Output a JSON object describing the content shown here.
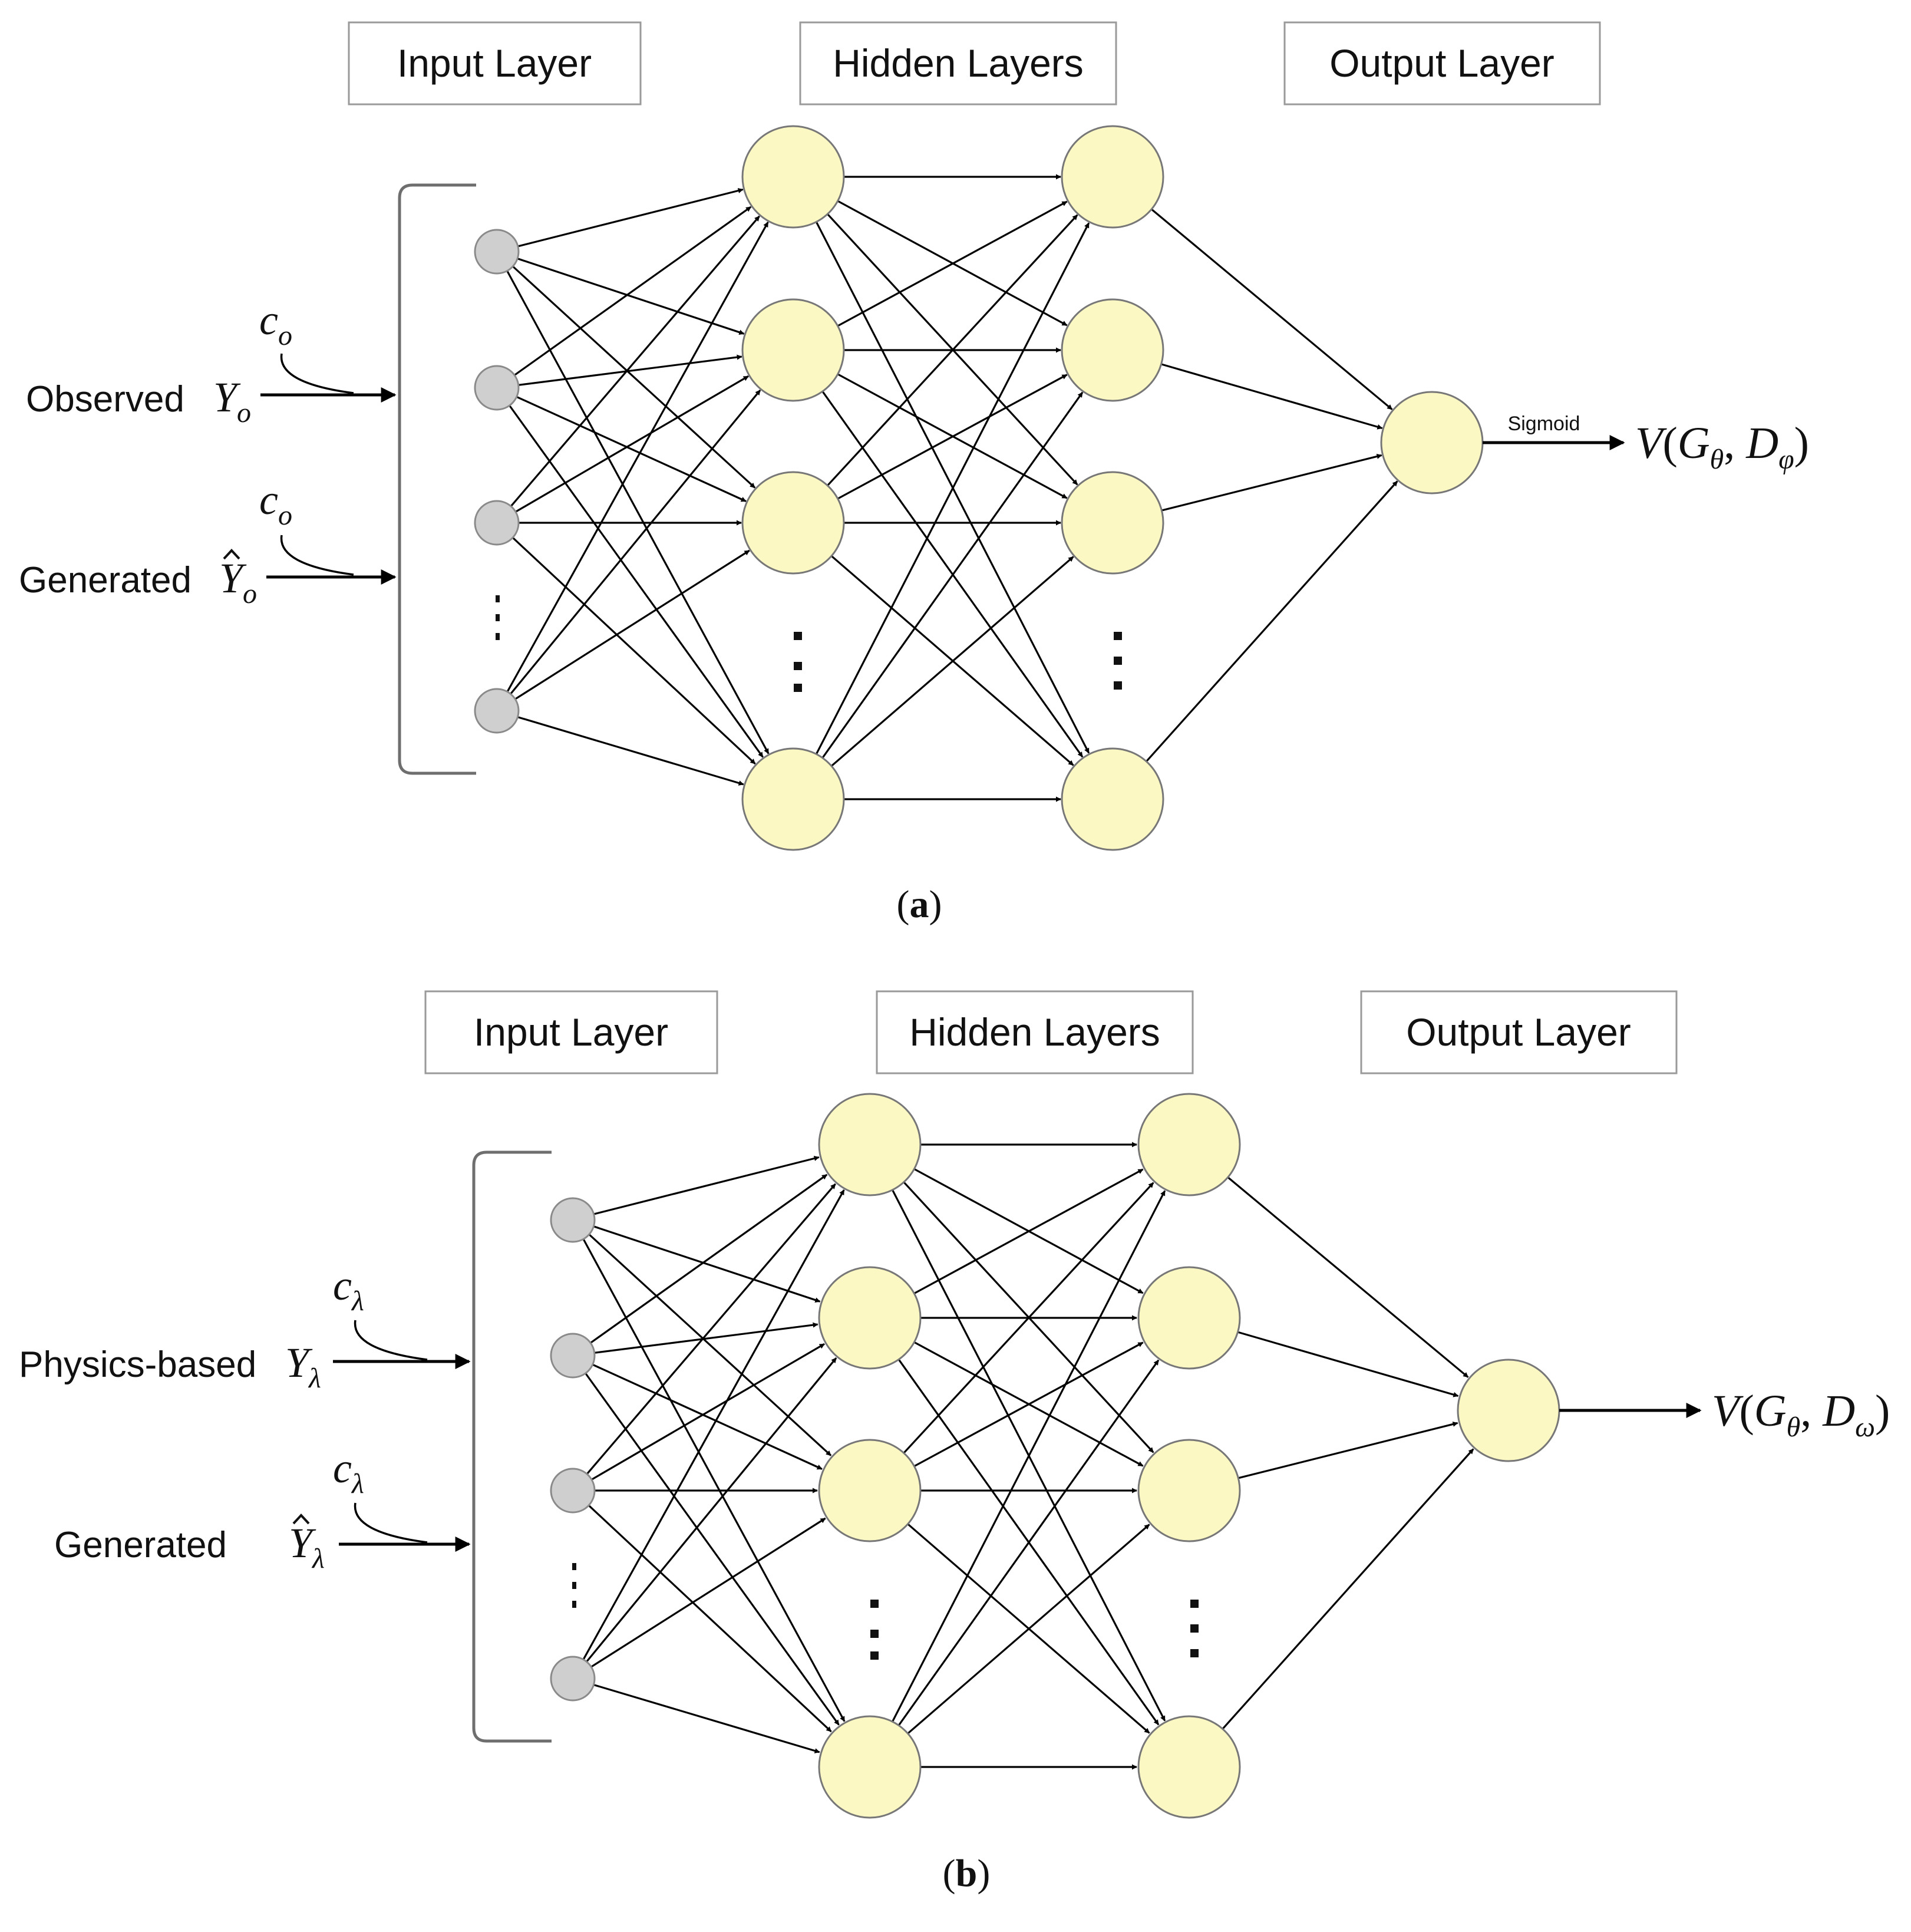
{
  "colors": {
    "input_node": "#cfcfcf",
    "hidden_node": "#fbf8c3",
    "edge": "#000000",
    "box_border": "#9a9a9a"
  },
  "panels": [
    {
      "id": "a",
      "layers": {
        "input": "Input Layer",
        "hidden": "Hidden Layers",
        "output": "Output Layer"
      },
      "inputs": [
        {
          "label": "Observed",
          "symbol": "Y",
          "hat": false,
          "sub": "o",
          "condition": "c",
          "condition_sub": "o"
        },
        {
          "label": "Generated",
          "symbol": "Y",
          "hat": true,
          "sub": "o",
          "condition": "c",
          "condition_sub": "o"
        }
      ],
      "activation": "Sigmoid",
      "output_expr": {
        "V": "V",
        "G": "G",
        "G_sub": "θ",
        "D": "D",
        "D_sub": "φ"
      },
      "caption": "a"
    },
    {
      "id": "b",
      "layers": {
        "input": "Input Layer",
        "hidden": "Hidden Layers",
        "output": "Output Layer"
      },
      "inputs": [
        {
          "label": "Physics-based",
          "symbol": "Y",
          "hat": false,
          "sub": "λ",
          "condition": "c",
          "condition_sub": "λ"
        },
        {
          "label": "Generated",
          "symbol": "Y",
          "hat": true,
          "sub": "λ",
          "condition": "c",
          "condition_sub": "λ"
        }
      ],
      "activation": "",
      "output_expr": {
        "V": "V",
        "G": "G",
        "G_sub": "θ",
        "D": "D",
        "D_sub": "ω"
      },
      "caption": "b"
    }
  ]
}
